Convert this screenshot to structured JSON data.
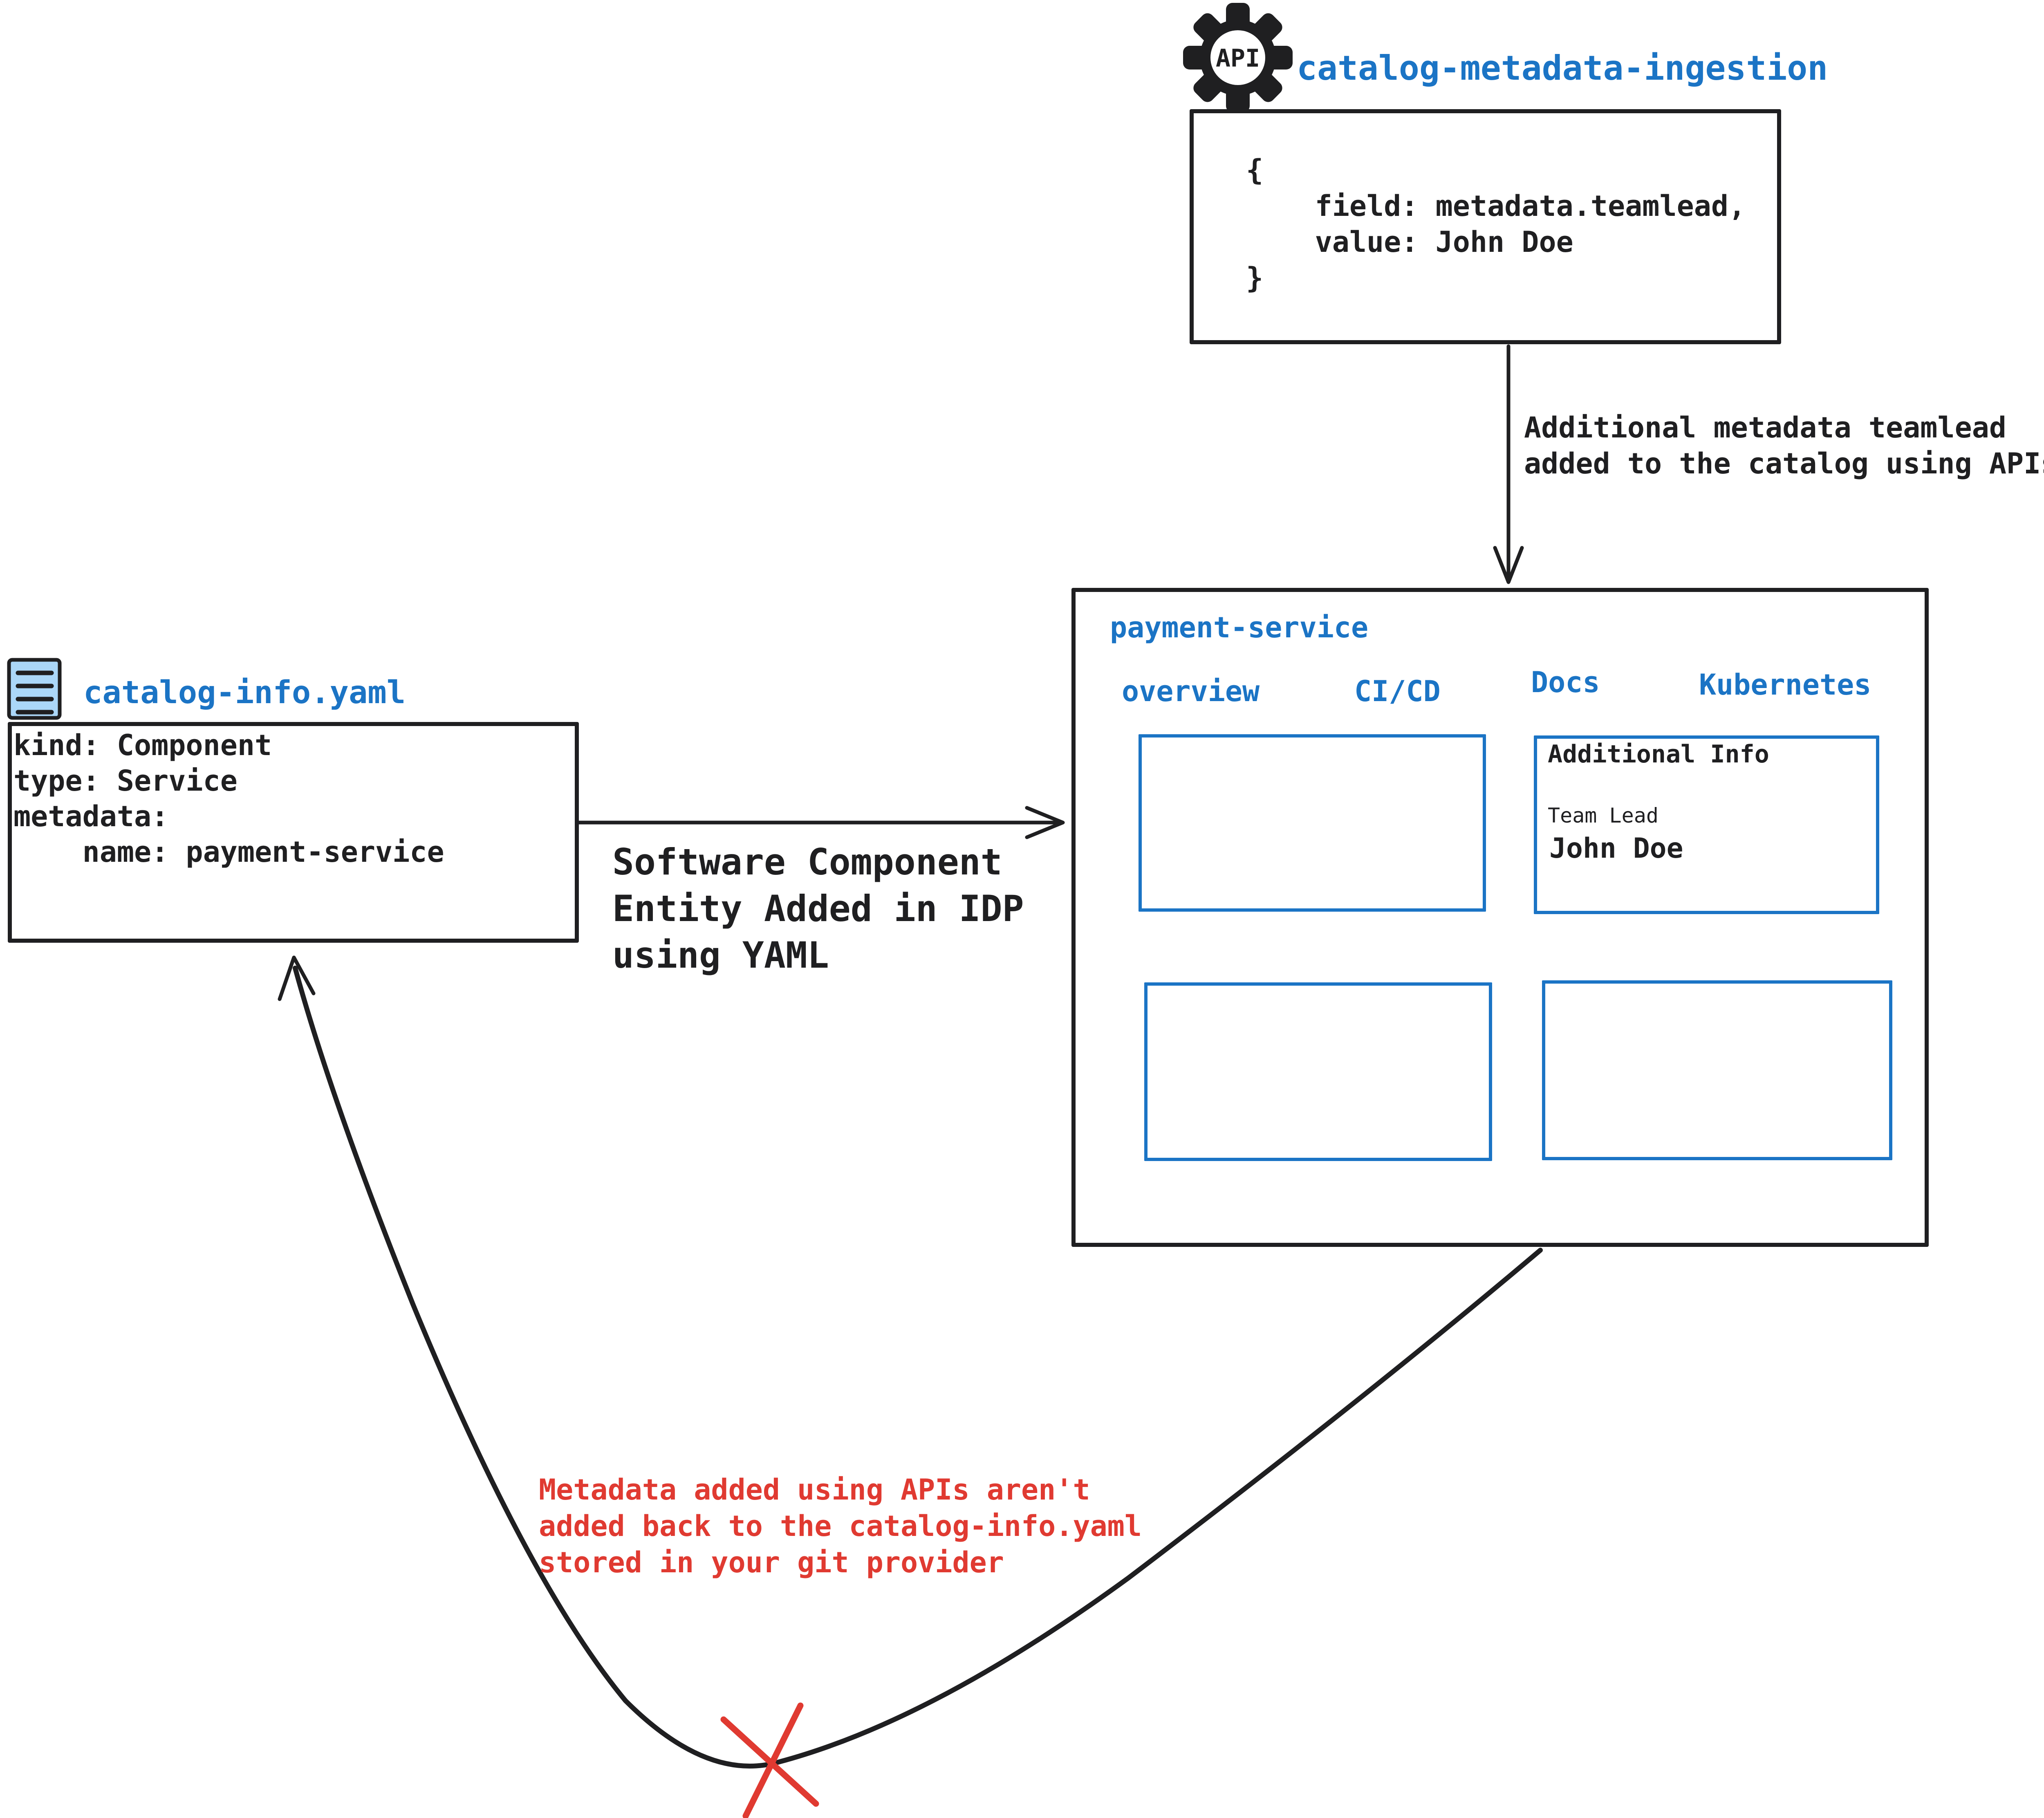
{
  "colors": {
    "accent_blue": "#1b74c5",
    "ink": "#1f1f21",
    "alert_red": "#e03a31",
    "file_icon_fill": "#abd7f8",
    "background": "#ffffff"
  },
  "api_service": {
    "icon": "gear-api-icon",
    "icon_label": "API",
    "title": "catalog-metadata-ingestion",
    "code_lines": [
      "{",
      "    field: metadata.teamlead,",
      "    value: John Doe",
      "}"
    ]
  },
  "flow_annotations": {
    "api_to_catalog": [
      "Additional metadata teamlead",
      "added to the catalog using APIs"
    ],
    "yaml_to_idp": [
      "Software Component",
      "Entity Added in IDP",
      "using YAML"
    ],
    "no_writeback": [
      "Metadata added using APIs aren't",
      "added back to the catalog-info.yaml",
      "stored in your git provider"
    ]
  },
  "idp_portal": {
    "title": "payment-service",
    "tabs": [
      "overview",
      "CI/CD",
      "Docs",
      "Kubernetes"
    ],
    "additional_info_panel": {
      "heading": "Additional Info",
      "field_label": "Team Lead",
      "field_value": "John Doe"
    }
  },
  "yaml_file": {
    "icon": "document-icon",
    "title": "catalog-info.yaml",
    "code_lines": [
      "kind: Component",
      "type: Service",
      "metadata:",
      "    name: payment-service"
    ]
  }
}
